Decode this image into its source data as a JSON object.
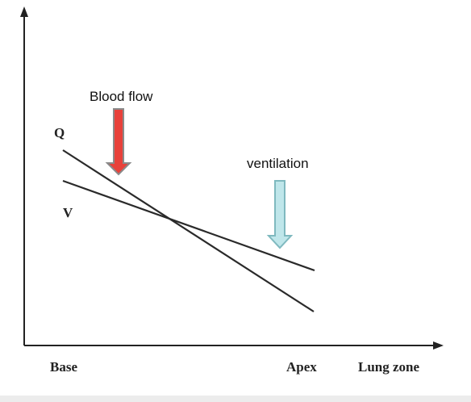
{
  "labels": {
    "blood_flow": "Blood flow",
    "ventilation": "ventilation",
    "q_line": "Q",
    "v_line": "V",
    "x_base": "Base",
    "x_apex": "Apex",
    "x_axis_title": "Lung zone"
  },
  "colors": {
    "axis": "#222222",
    "line": "#2a2a2a",
    "blood_flow_arrow_fill": "#e8413a",
    "blood_flow_arrow_stroke": "#8a8a8a",
    "ventilation_arrow_fill": "#bfe6ea",
    "ventilation_arrow_stroke": "#7fb9bf",
    "background": "#ffffff"
  }
}
